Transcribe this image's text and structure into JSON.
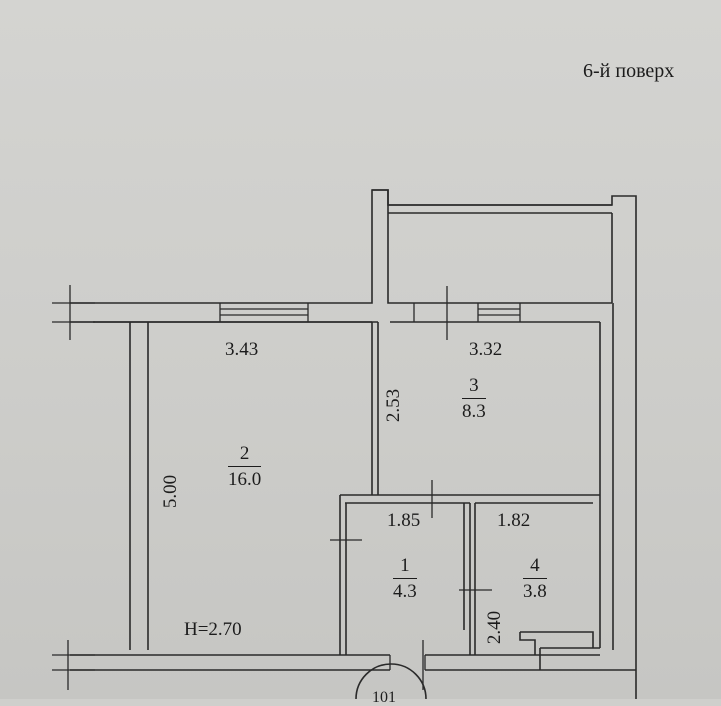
{
  "floor_label": "6-й поверх",
  "ceiling_height": "H=2.70",
  "rooms": [
    {
      "id": "room-1",
      "number": "1",
      "area": "4.3"
    },
    {
      "id": "room-2",
      "number": "2",
      "area": "16.0"
    },
    {
      "id": "room-3",
      "number": "3",
      "area": "8.3"
    },
    {
      "id": "room-4",
      "number": "4",
      "area": "3.8"
    }
  ],
  "dimensions": {
    "room2_width": "3.43",
    "room2_length": "5.00",
    "room3_width": "3.32",
    "room3_length": "2.53",
    "room1_width": "1.85",
    "room4_width": "1.82",
    "room4_length": "2.40"
  },
  "stair_label": "101"
}
